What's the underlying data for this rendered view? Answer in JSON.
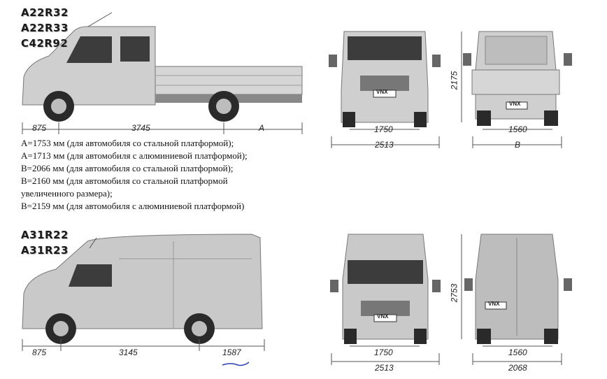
{
  "top": {
    "models": [
      "A22R32",
      "A22R33",
      "C42R92"
    ],
    "side_dims": {
      "front_overhang": "875",
      "wheelbase": "3745",
      "rear": "A"
    },
    "front_dims": {
      "track": "1750",
      "width": "2513"
    },
    "rear_dims": {
      "height": "2175",
      "track": "1560",
      "width": "B"
    }
  },
  "notes": {
    "a_steel": "A=1753 мм (для автомобиля со стальной платформой);",
    "a_alu": "A=1713 мм (для автомобиля с алюминиевой платформой);",
    "b_steel": "B=2066 мм (для автомобиля со стальной платформой);",
    "b_steel_large_1": "B=2160   мм   (для   автомобиля   со   стальной   платформой",
    "b_steel_large_2": "увеличенного размера);",
    "b_alu": "B=2159 мм (для автомобиля с алюминиевой платформой)"
  },
  "bottom": {
    "models": [
      "A31R22",
      "A31R23"
    ],
    "side_dims": {
      "front_overhang": "875",
      "wheelbase": "3145",
      "rear": "1587"
    },
    "front_dims": {
      "track": "1750",
      "width": "2513"
    },
    "rear_dims": {
      "height": "2753",
      "track": "1560",
      "width": "2068"
    }
  },
  "badge": "VNX",
  "colors": {
    "body": "#c9c9c9",
    "body_dark": "#9a9a9a",
    "glass": "#3c3c3c",
    "tire": "#2a2a2a",
    "underline": "#2a3fb5"
  }
}
